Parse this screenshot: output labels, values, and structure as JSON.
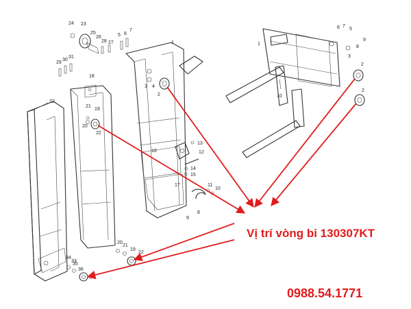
{
  "caption": "Vị trí vòng bi 130307KT",
  "phone": "0988.54.1771",
  "accent_color": "#e01c1c",
  "callouts": [
    "1",
    "2",
    "3",
    "4",
    "5",
    "6",
    "7",
    "8",
    "9",
    "10",
    "11",
    "12",
    "13",
    "14",
    "15",
    "16",
    "17",
    "18",
    "19",
    "20",
    "21",
    "22",
    "23",
    "24",
    "25",
    "26",
    "27",
    "28",
    "29",
    "30",
    "31",
    "32",
    "33",
    "34",
    "35",
    "36"
  ],
  "carriage_callouts": [
    "1",
    "2",
    "3",
    "5",
    "6",
    "7",
    "8",
    "9",
    "10"
  ]
}
